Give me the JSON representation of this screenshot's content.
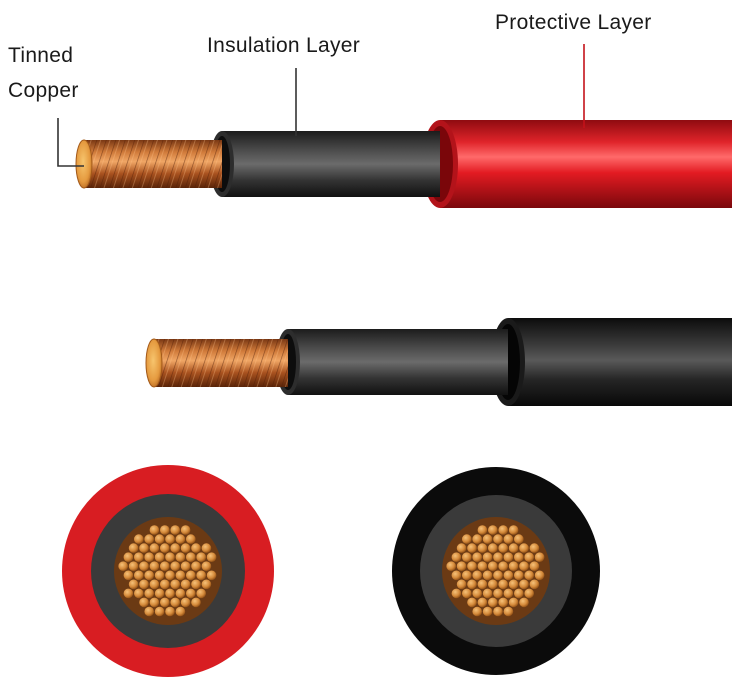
{
  "labels": {
    "tinned_copper": [
      "Tinned",
      "Copper"
    ],
    "insulation_layer": "Insulation Layer",
    "protective_layer": "Protective Layer"
  },
  "colors": {
    "copper": "#b8612a",
    "copper_end": "#e8a24a",
    "insulation": "#3b3b3b",
    "red_sheath": "#d8191f",
    "black_sheath": "#2a2a2a",
    "leader_line": "#333333"
  },
  "cables": [
    {
      "name": "red-sheathed cable",
      "sheath": "red"
    },
    {
      "name": "black-sheathed cable",
      "sheath": "black"
    }
  ],
  "cross_sections": [
    {
      "name": "red cable cross-section",
      "sheath": "red"
    },
    {
      "name": "black cable cross-section",
      "sheath": "black"
    }
  ]
}
